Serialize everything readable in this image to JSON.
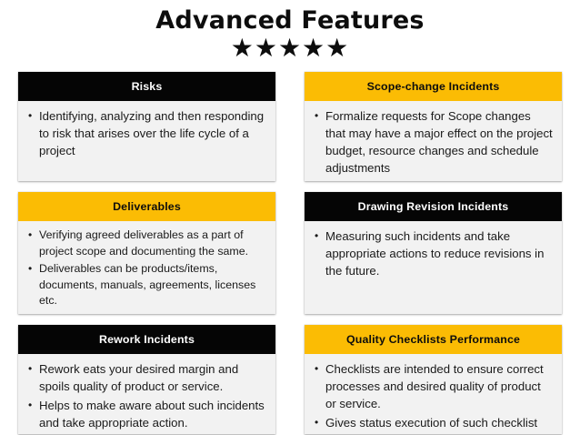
{
  "slide": {
    "title": "Advanced Features",
    "rating_stars": "★★★★★",
    "rating_count": 5,
    "colors": {
      "accent_amber": "#FBBC04",
      "header_dark": "#050505",
      "body_gray": "#F2F2F2",
      "text_dark": "#1A1A1A",
      "text_light": "#FFFFFF",
      "background": "#FFFFFF"
    }
  },
  "cards": [
    {
      "id": "risks",
      "header": "Risks",
      "header_style": "dark",
      "text_size": "large",
      "bullets": [
        "Identifying, analyzing and then responding to risk that arises over the life cycle of a project"
      ]
    },
    {
      "id": "scope-change-incidents",
      "header": "Scope-change Incidents",
      "header_style": "amber",
      "text_size": "large",
      "bullets": [
        "Formalize requests for Scope changes that may have a major effect on the project budget, resource changes and schedule adjustments"
      ]
    },
    {
      "id": "deliverables",
      "header": "Deliverables",
      "header_style": "amber",
      "text_size": "medium",
      "bullets": [
        "Verifying agreed deliverables as a part of project scope and documenting the same.",
        "Deliverables can be products/items, documents, manuals, agreements, licenses etc."
      ]
    },
    {
      "id": "drawing-revision-incidents",
      "header": "Drawing Revision Incidents",
      "header_style": "dark",
      "text_size": "large",
      "bullets": [
        "Measuring such incidents and take appropriate actions to reduce revisions in the future."
      ]
    },
    {
      "id": "rework-incidents",
      "header": "Rework Incidents",
      "header_style": "dark",
      "text_size": "large",
      "bullets": [
        "Rework eats your desired margin and spoils quality of product or service.",
        "Helps to make aware about such incidents and take appropriate action."
      ]
    },
    {
      "id": "quality-checklists-performance",
      "header": "Quality Checklists Performance",
      "header_style": "amber",
      "text_size": "large",
      "bullets": [
        "Checklists are intended to ensure correct processes and desired quality of product or service.",
        "Gives status execution of such checklist"
      ]
    }
  ]
}
